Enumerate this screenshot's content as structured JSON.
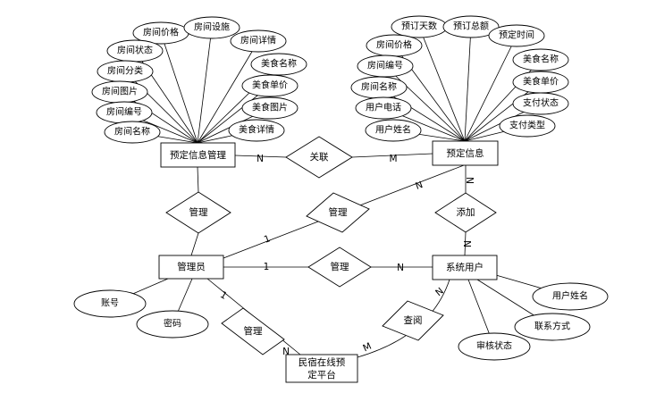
{
  "entities": {
    "booking_management": "预定信息管理",
    "booking_info": "预定信息",
    "administrator": "管理员",
    "system_user": "系统用户",
    "platform": [
      "民宿在线预",
      "定平台"
    ]
  },
  "relationships": {
    "associate": "关联",
    "manage_booking": "管理",
    "manage_admin_booking_info": "管理",
    "add": "添加",
    "manage_user": "管理",
    "manage_platform": "管理",
    "view": "查阅"
  },
  "attributes": {
    "booking_management": [
      "房间价格",
      "房间设施",
      "房间状态",
      "房间详情",
      "房间分类",
      "美食名称",
      "房间图片",
      "美食单价",
      "房间编号",
      "美食图片",
      "房间名称",
      "美食详情"
    ],
    "booking_info": [
      "预订天数",
      "预订总额",
      "房间价格",
      "预定时间",
      "房间编号",
      "美食名称",
      "房间名称",
      "美食单价",
      "用户电话",
      "支付状态",
      "用户姓名",
      "支付类型"
    ],
    "administrator": [
      "账号",
      "密码"
    ],
    "system_user": [
      "用户姓名",
      "联系方式",
      "审核状态"
    ]
  },
  "cardinalities": {
    "booking_management_associate": "N",
    "associate_booking_info": "M",
    "admin_manage_booking_info_n": "N",
    "admin_manage_booking_info_1": "1",
    "booking_info_add": "N",
    "add_system_user": "N",
    "admin_manage_user_1": "1",
    "admin_manage_user_n": "N",
    "admin_manage_platform_1": "1",
    "admin_manage_platform_n": "N",
    "platform_view_m": "M",
    "user_view_n": "N"
  }
}
